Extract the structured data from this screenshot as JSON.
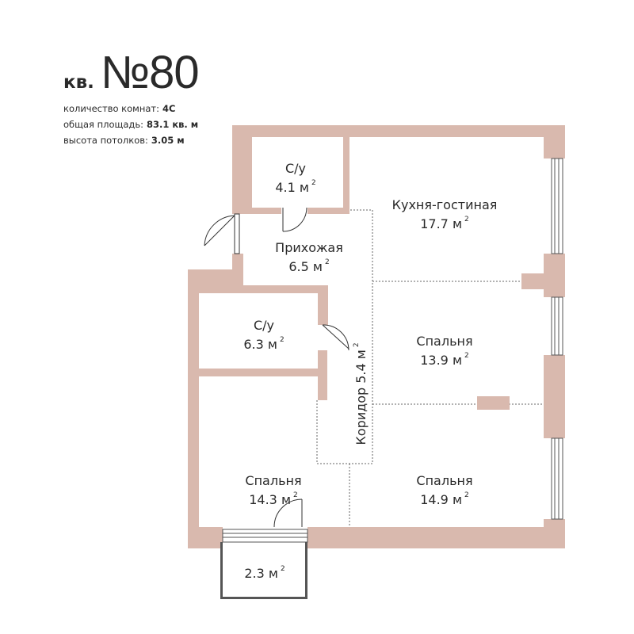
{
  "header": {
    "prefix": "кв.",
    "number": "№80"
  },
  "info": [
    {
      "label": "количество комнат:",
      "value": "4С"
    },
    {
      "label": "общая площадь:",
      "value": "83.1 кв. м"
    },
    {
      "label": "высота потолков:",
      "value": "3.05 м"
    }
  ],
  "colors": {
    "wall": "#d9b9ae",
    "wall_stroke": "#3a3a3a",
    "text": "#2a2a2a"
  },
  "rooms": {
    "bathroom_1": {
      "name": "С/у",
      "area": "4.1 м",
      "unit_sup": "2"
    },
    "kitchen_living": {
      "name": "Кухня-гостиная",
      "area": "17.7 м",
      "unit_sup": "2"
    },
    "hallway": {
      "name": "Прихожая",
      "area": "6.5 м",
      "unit_sup": "2"
    },
    "bathroom_2": {
      "name": "С/у",
      "area": "6.3 м",
      "unit_sup": "2"
    },
    "bedroom_1": {
      "name": "Спальня",
      "area": "13.9 м",
      "unit_sup": "2"
    },
    "corridor": {
      "name": "Коридор 5.4 м",
      "unit_sup": "2"
    },
    "bedroom_2": {
      "name": "Спальня",
      "area": "14.3 м",
      "unit_sup": "2"
    },
    "bedroom_3": {
      "name": "Спальня",
      "area": "14.9 м",
      "unit_sup": "2"
    },
    "balcony": {
      "area": "2.3 м",
      "unit_sup": "2"
    }
  }
}
